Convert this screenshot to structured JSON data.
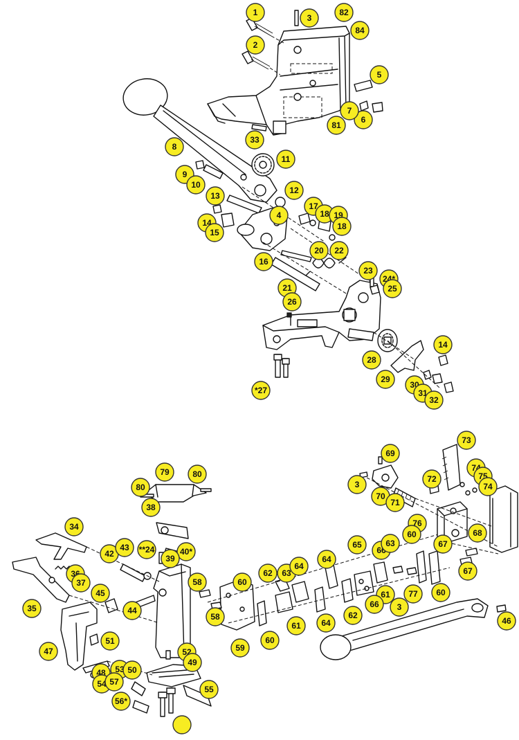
{
  "callouts": [
    "1",
    "2",
    "3",
    "82",
    "84",
    "5",
    "6",
    "7",
    "81",
    "33",
    "8",
    "11",
    "9",
    "10",
    "13",
    "12",
    "4",
    "14",
    "15",
    "17",
    "18",
    "19",
    "18",
    "20",
    "22",
    "16",
    "21",
    "23",
    "24*",
    "25",
    "26",
    "28",
    "29",
    "14",
    "30",
    "31",
    "32",
    "*27",
    "69",
    "73",
    "3",
    "72",
    "74",
    "75",
    "74",
    "70",
    "71",
    "76",
    "60",
    "68",
    "67",
    "67",
    "60",
    "79",
    "80",
    "80",
    "38",
    "34",
    "42",
    "43",
    "**24",
    "40*",
    "39",
    "36",
    "37",
    "35",
    "45",
    "44",
    "58",
    "58",
    "60",
    "59",
    "60",
    "62",
    "63",
    "64",
    "61",
    "64",
    "64",
    "62",
    "65",
    "66",
    "63",
    "61",
    "66",
    "77",
    "3",
    "46",
    "47",
    "51",
    "52",
    "49",
    "48",
    "53",
    "50",
    "54",
    "57",
    "55",
    "56*"
  ]
}
